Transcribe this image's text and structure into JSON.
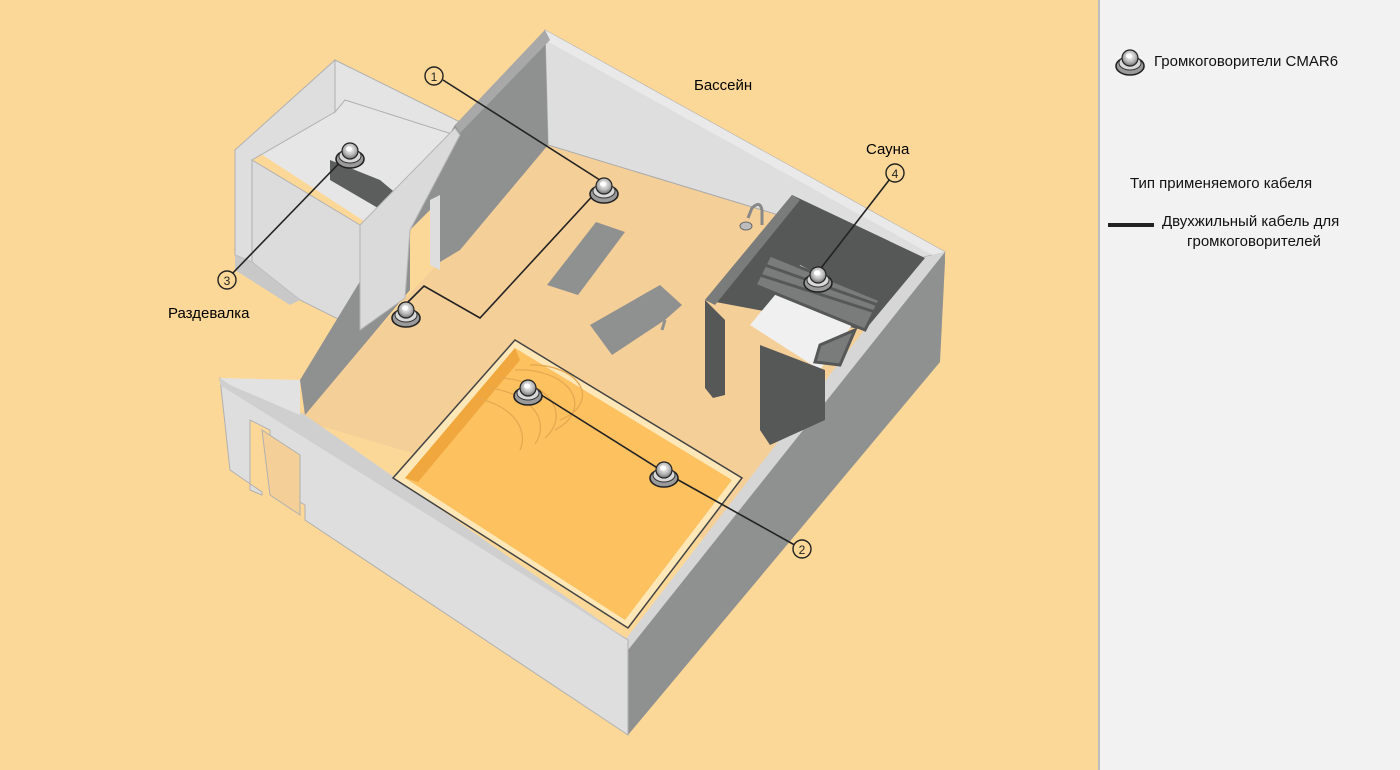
{
  "rooms": {
    "pool": "Бассейн",
    "sauna": "Сауна",
    "changing_room": "Раздевалка"
  },
  "callouts": [
    "1",
    "2",
    "3",
    "4"
  ],
  "legend": {
    "speaker_label": "Громкоговорители CMAR6",
    "cable_type_heading": "Тип применяемого кабеля",
    "cable_label_line1": "Двухжильный кабель для",
    "cable_label_line2": "громкоговорителей"
  },
  "colors": {
    "background": "#fcd898",
    "floor": "#f5cf98",
    "pool_water": "#fec160",
    "wall_light": "#dedede",
    "wall_dark": "#8f9090",
    "sauna_dark": "#565858",
    "cable": "#222222",
    "legend_panel": "#f2f2f2"
  }
}
